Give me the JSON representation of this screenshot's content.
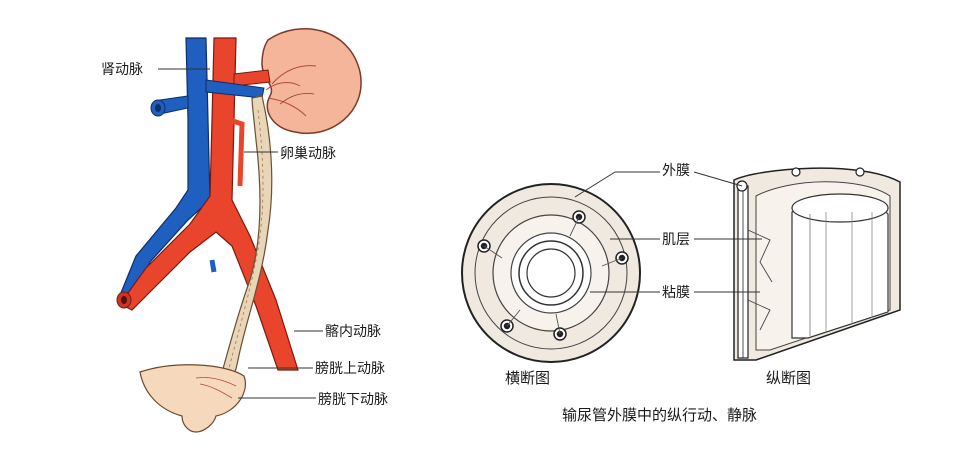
{
  "anatomy": {
    "renal_artery": "肾动脉",
    "ovarian_artery": "卵巢动脉",
    "internal_iliac_artery": "髂内动脉",
    "superior_vesical_artery": "膀胱上动脉",
    "inferior_vesical_artery": "膀胱下动脉"
  },
  "cross_section": {
    "adventitia": "外膜",
    "muscle_layer": "肌层",
    "mucosa": "粘膜",
    "transverse_caption": "横断图",
    "longitudinal_caption": "纵断图"
  },
  "caption": "输尿管外膜中的纵行动、静脉",
  "colors": {
    "artery": "#e8452c",
    "vein": "#1f5fbf",
    "kidney": "#f4b59a",
    "bladder": "#f6d8bd",
    "ureter": "#e9d6b8"
  }
}
